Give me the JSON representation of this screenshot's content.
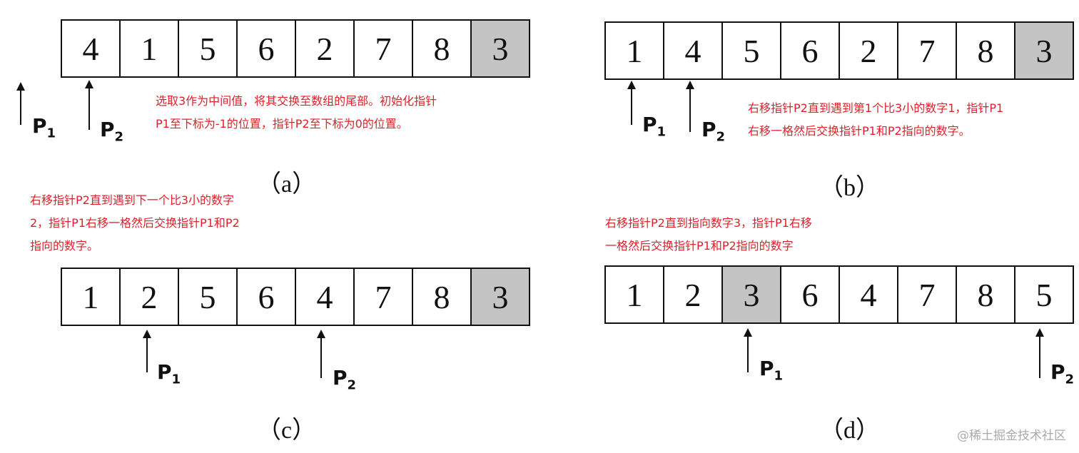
{
  "panels": [
    {
      "id": "a",
      "caption": "（a）",
      "values": [
        "4",
        "1",
        "5",
        "6",
        "2",
        "7",
        "8",
        "3"
      ],
      "highlight": 7,
      "note": [
        "选取3作为中间值，将其交换至数组的尾部。初始化指针",
        "P1至下标为-1的位置，指针P2至下标为0的位置。"
      ],
      "pointers": [
        {
          "label": "P",
          "sub": "1"
        },
        {
          "label": "P",
          "sub": "2"
        }
      ]
    },
    {
      "id": "b",
      "caption": "（b）",
      "values": [
        "1",
        "4",
        "5",
        "6",
        "2",
        "7",
        "8",
        "3"
      ],
      "highlight": 7,
      "note": [
        "右移指针P2直到遇到第1个比3小的数字1，指针P1",
        "右移一格然后交换指针P1和P2指向的数字。"
      ],
      "pointers": [
        {
          "label": "P",
          "sub": "1"
        },
        {
          "label": "P",
          "sub": "2"
        }
      ]
    },
    {
      "id": "c",
      "caption": "（c）",
      "values": [
        "1",
        "2",
        "5",
        "6",
        "4",
        "7",
        "8",
        "3"
      ],
      "highlight": 7,
      "note": [
        "右移指针P2直到遇到下一个比3小的数字",
        "2，指针P1右移一格然后交换指针P1和P2",
        "指向的数字。"
      ],
      "pointers": [
        {
          "label": "P",
          "sub": "1"
        },
        {
          "label": "P",
          "sub": "2"
        }
      ]
    },
    {
      "id": "d",
      "caption": "（d）",
      "values": [
        "1",
        "2",
        "3",
        "6",
        "4",
        "7",
        "8",
        "5"
      ],
      "highlight": 2,
      "note": [
        "右移指针P2直到指向数字3，指针P1右移",
        "一格然后交换指针P1和P2指向的数字"
      ],
      "pointers": [
        {
          "label": "P",
          "sub": "1"
        },
        {
          "label": "P",
          "sub": "2"
        }
      ]
    }
  ],
  "watermark": "@稀土掘金技术社区"
}
